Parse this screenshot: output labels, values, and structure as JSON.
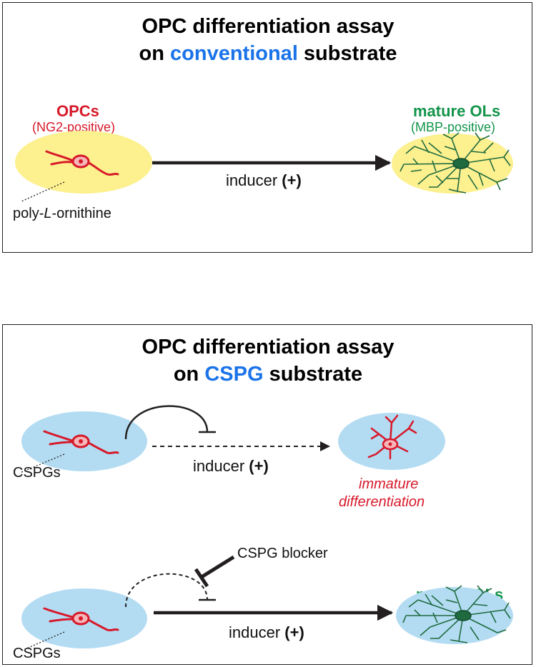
{
  "top_panel": {
    "title_line1": "OPC differentiation assay",
    "title_line2_pre": "on ",
    "title_line2_highlight": "conventional",
    "title_line2_post": " substrate",
    "opc_label": "OPCs",
    "opc_sublabel": "(NG2-positive)",
    "mature_label": "mature OLs",
    "mature_sublabel": "(MBP-positive)",
    "arrow_label": "inducer ",
    "arrow_plus": "(+)",
    "substrate_pre": "poly-",
    "substrate_italic": "L",
    "substrate_post": "-ornithine"
  },
  "bottom_panel": {
    "title_line1": "OPC differentiation assay",
    "title_line2_pre": "on ",
    "title_line2_highlight": "CSPG",
    "title_line2_post": " substrate",
    "row1_arrow_label": "inducer ",
    "row1_arrow_plus": "(+)",
    "row1_substrate": "CSPGs",
    "immature_line1": "immature",
    "immature_line2": "differentiation",
    "blocker_label": "CSPG blocker",
    "mature_label": "mature OLs",
    "row2_arrow_label": "inducer ",
    "row2_arrow_plus": "(+)",
    "row2_substrate": "CSPGs"
  },
  "colors": {
    "yellow_dish": "#fdf08f",
    "blue_dish": "#b3dcf3",
    "cell_red": "#d7192a",
    "cell_green": "#1f6b3f",
    "accent_blue": "#1a73e8"
  }
}
